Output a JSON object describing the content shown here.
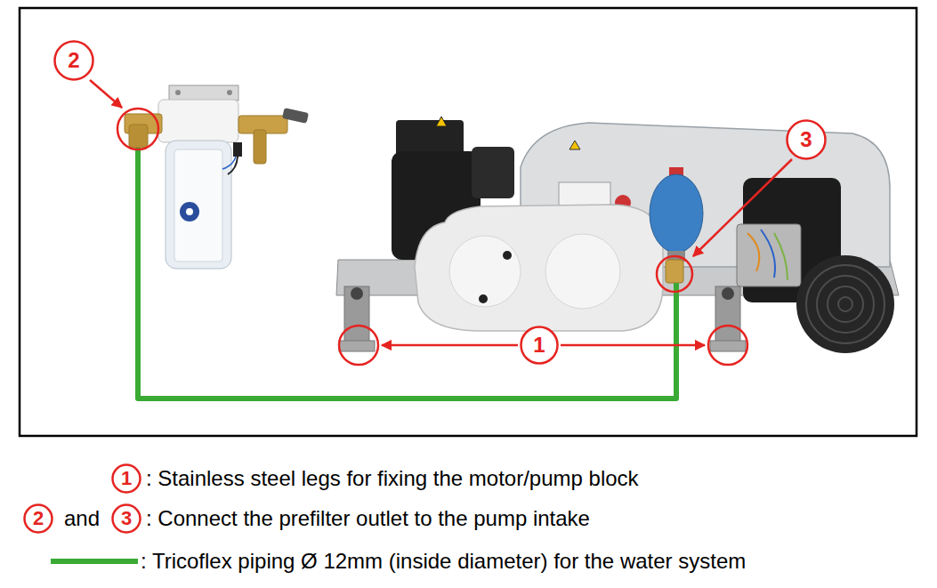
{
  "diagram": {
    "nodes": [
      {
        "text": [
          "2"
        ]
      },
      {
        "text": [
          "3"
        ]
      },
      {
        "text": [
          "1"
        ]
      },
      {
        "text": [
          "1"
        ]
      },
      {
        "text": [
          "2"
        ]
      },
      {
        "text": [
          "3"
        ]
      }
    ],
    "labels": [
      "and"
    ],
    "legend": [
      {
        "text": ": Stainless steel legs for fixing the motor/pump block"
      },
      {
        "text": ": Connect the prefilter outlet to the pump intake"
      },
      {
        "text": ": Tricoflex piping Ø 12mm (inside diameter) for the water system"
      }
    ]
  }
}
